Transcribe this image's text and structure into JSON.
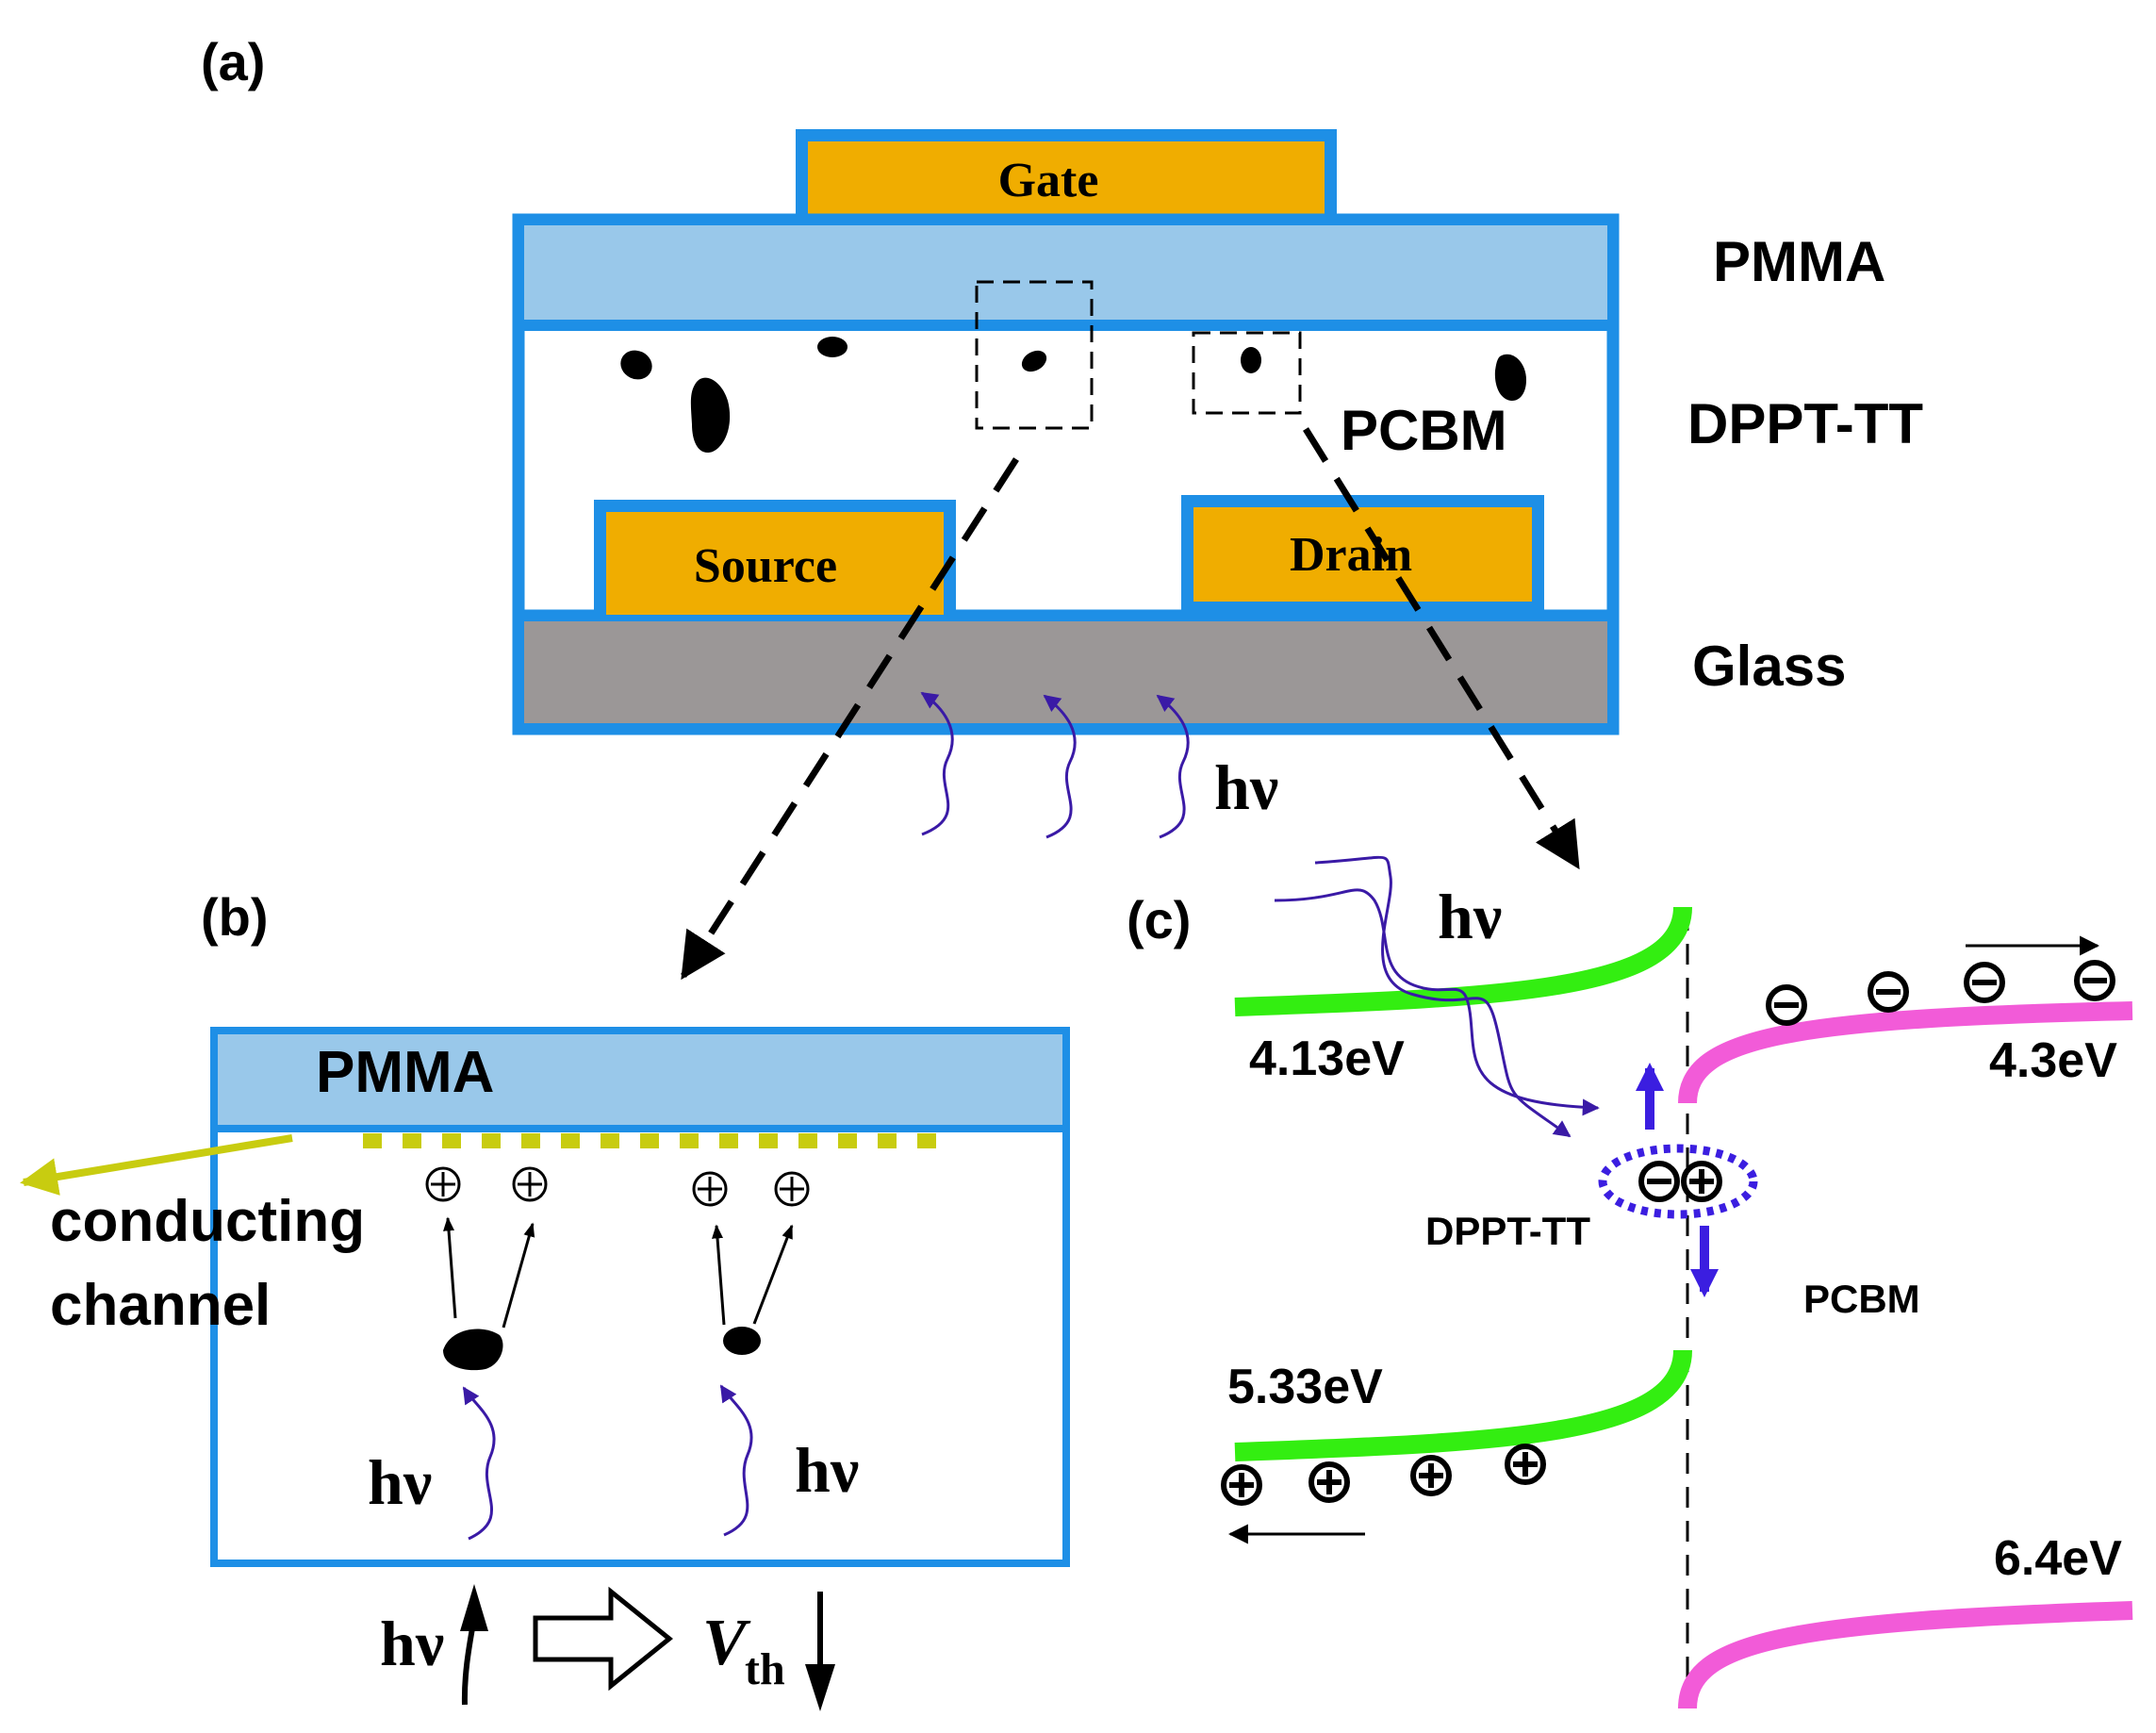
{
  "panel_a": {
    "label": "(a)",
    "gate": "Gate",
    "pmma": "PMMA",
    "dppt": "DPPT-TT",
    "pcbm": "PCBM",
    "source": "Source",
    "drain": "Drain",
    "glass": "Glass",
    "hv": "hν"
  },
  "panel_b": {
    "label": "(b)",
    "pmma": "PMMA",
    "channel_line1": "conducting",
    "channel_line2": "channel",
    "hv_left": "hν",
    "hv_right": "hν",
    "bottom_hv": "hν",
    "vth_main": "V",
    "vth_sub": "th"
  },
  "panel_c": {
    "label": "(c)",
    "hv": "hν",
    "e_413": "4.13eV",
    "e_43": "4.3eV",
    "e_533": "5.33eV",
    "e_64": "6.4eV",
    "dppt": "DPPT-TT",
    "pcbm": "PCBM"
  },
  "colors": {
    "device_border": "#1e8fe6",
    "pmma_fill": "#99c8ea",
    "electrode": "#f0ad00",
    "glass": "#9b9797",
    "green_level": "#33ee11",
    "pink_level": "#f25bd8",
    "photon_wave": "#3a1aa6",
    "charge_arrow": "#3b1ee0",
    "channel": "#c8cc10"
  }
}
